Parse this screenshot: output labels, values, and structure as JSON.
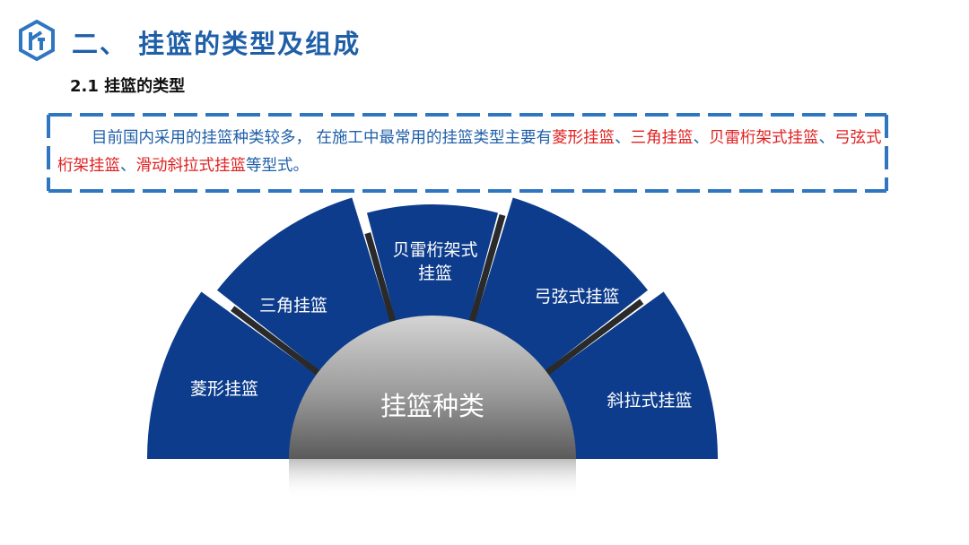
{
  "header": {
    "title": "二、 挂篮的类型及组成",
    "subtitle": "2.1  挂篮的类型",
    "logo_icon": "company-logo-icon"
  },
  "intro": {
    "segments": [
      {
        "text": "目前国内采用的挂篮种类较多， 在施工中最常用的挂篮类型主要有",
        "highlight": false
      },
      {
        "text": "菱形挂篮",
        "highlight": true
      },
      {
        "text": "、",
        "highlight": false
      },
      {
        "text": "三角挂篮",
        "highlight": true
      },
      {
        "text": "、",
        "highlight": false
      },
      {
        "text": "贝雷桁架式挂篮",
        "highlight": true
      },
      {
        "text": "、",
        "highlight": false
      },
      {
        "text": "弓弦式桁架挂篮",
        "highlight": true
      },
      {
        "text": "、",
        "highlight": false
      },
      {
        "text": "滑动斜拉式挂篮",
        "highlight": true
      },
      {
        "text": "等型式。",
        "highlight": false
      }
    ]
  },
  "diagram": {
    "center_label": "挂篮种类",
    "segments": [
      {
        "label_lines": [
          "菱形挂篮"
        ]
      },
      {
        "label_lines": [
          "三角挂篮"
        ]
      },
      {
        "label_lines": [
          "贝雷桁架式",
          "挂篮"
        ]
      },
      {
        "label_lines": [
          "弓弦式挂篮"
        ]
      },
      {
        "label_lines": [
          "斜拉式挂篮"
        ]
      }
    ]
  },
  "colors": {
    "title_blue": "#1f5fa8",
    "highlight_red": "#e02020",
    "segment_blue": "#0d3c8c",
    "dash_blue": "#2f76c0"
  }
}
